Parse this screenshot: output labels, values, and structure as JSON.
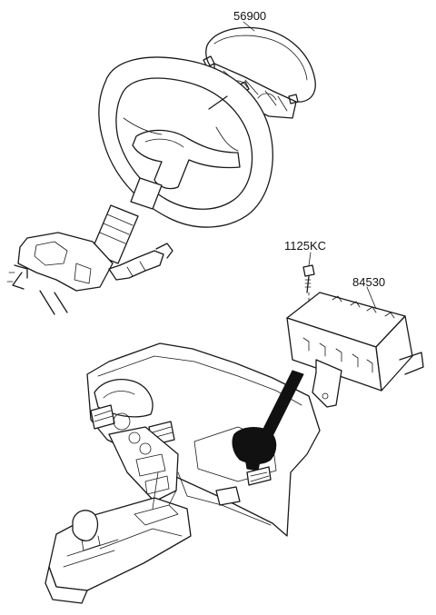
{
  "diagram": {
    "parts": [
      {
        "id": "driver-airbag",
        "number": "56900"
      },
      {
        "id": "bolt",
        "number": "1125KC"
      },
      {
        "id": "passenger-airbag",
        "number": "84530"
      }
    ]
  }
}
